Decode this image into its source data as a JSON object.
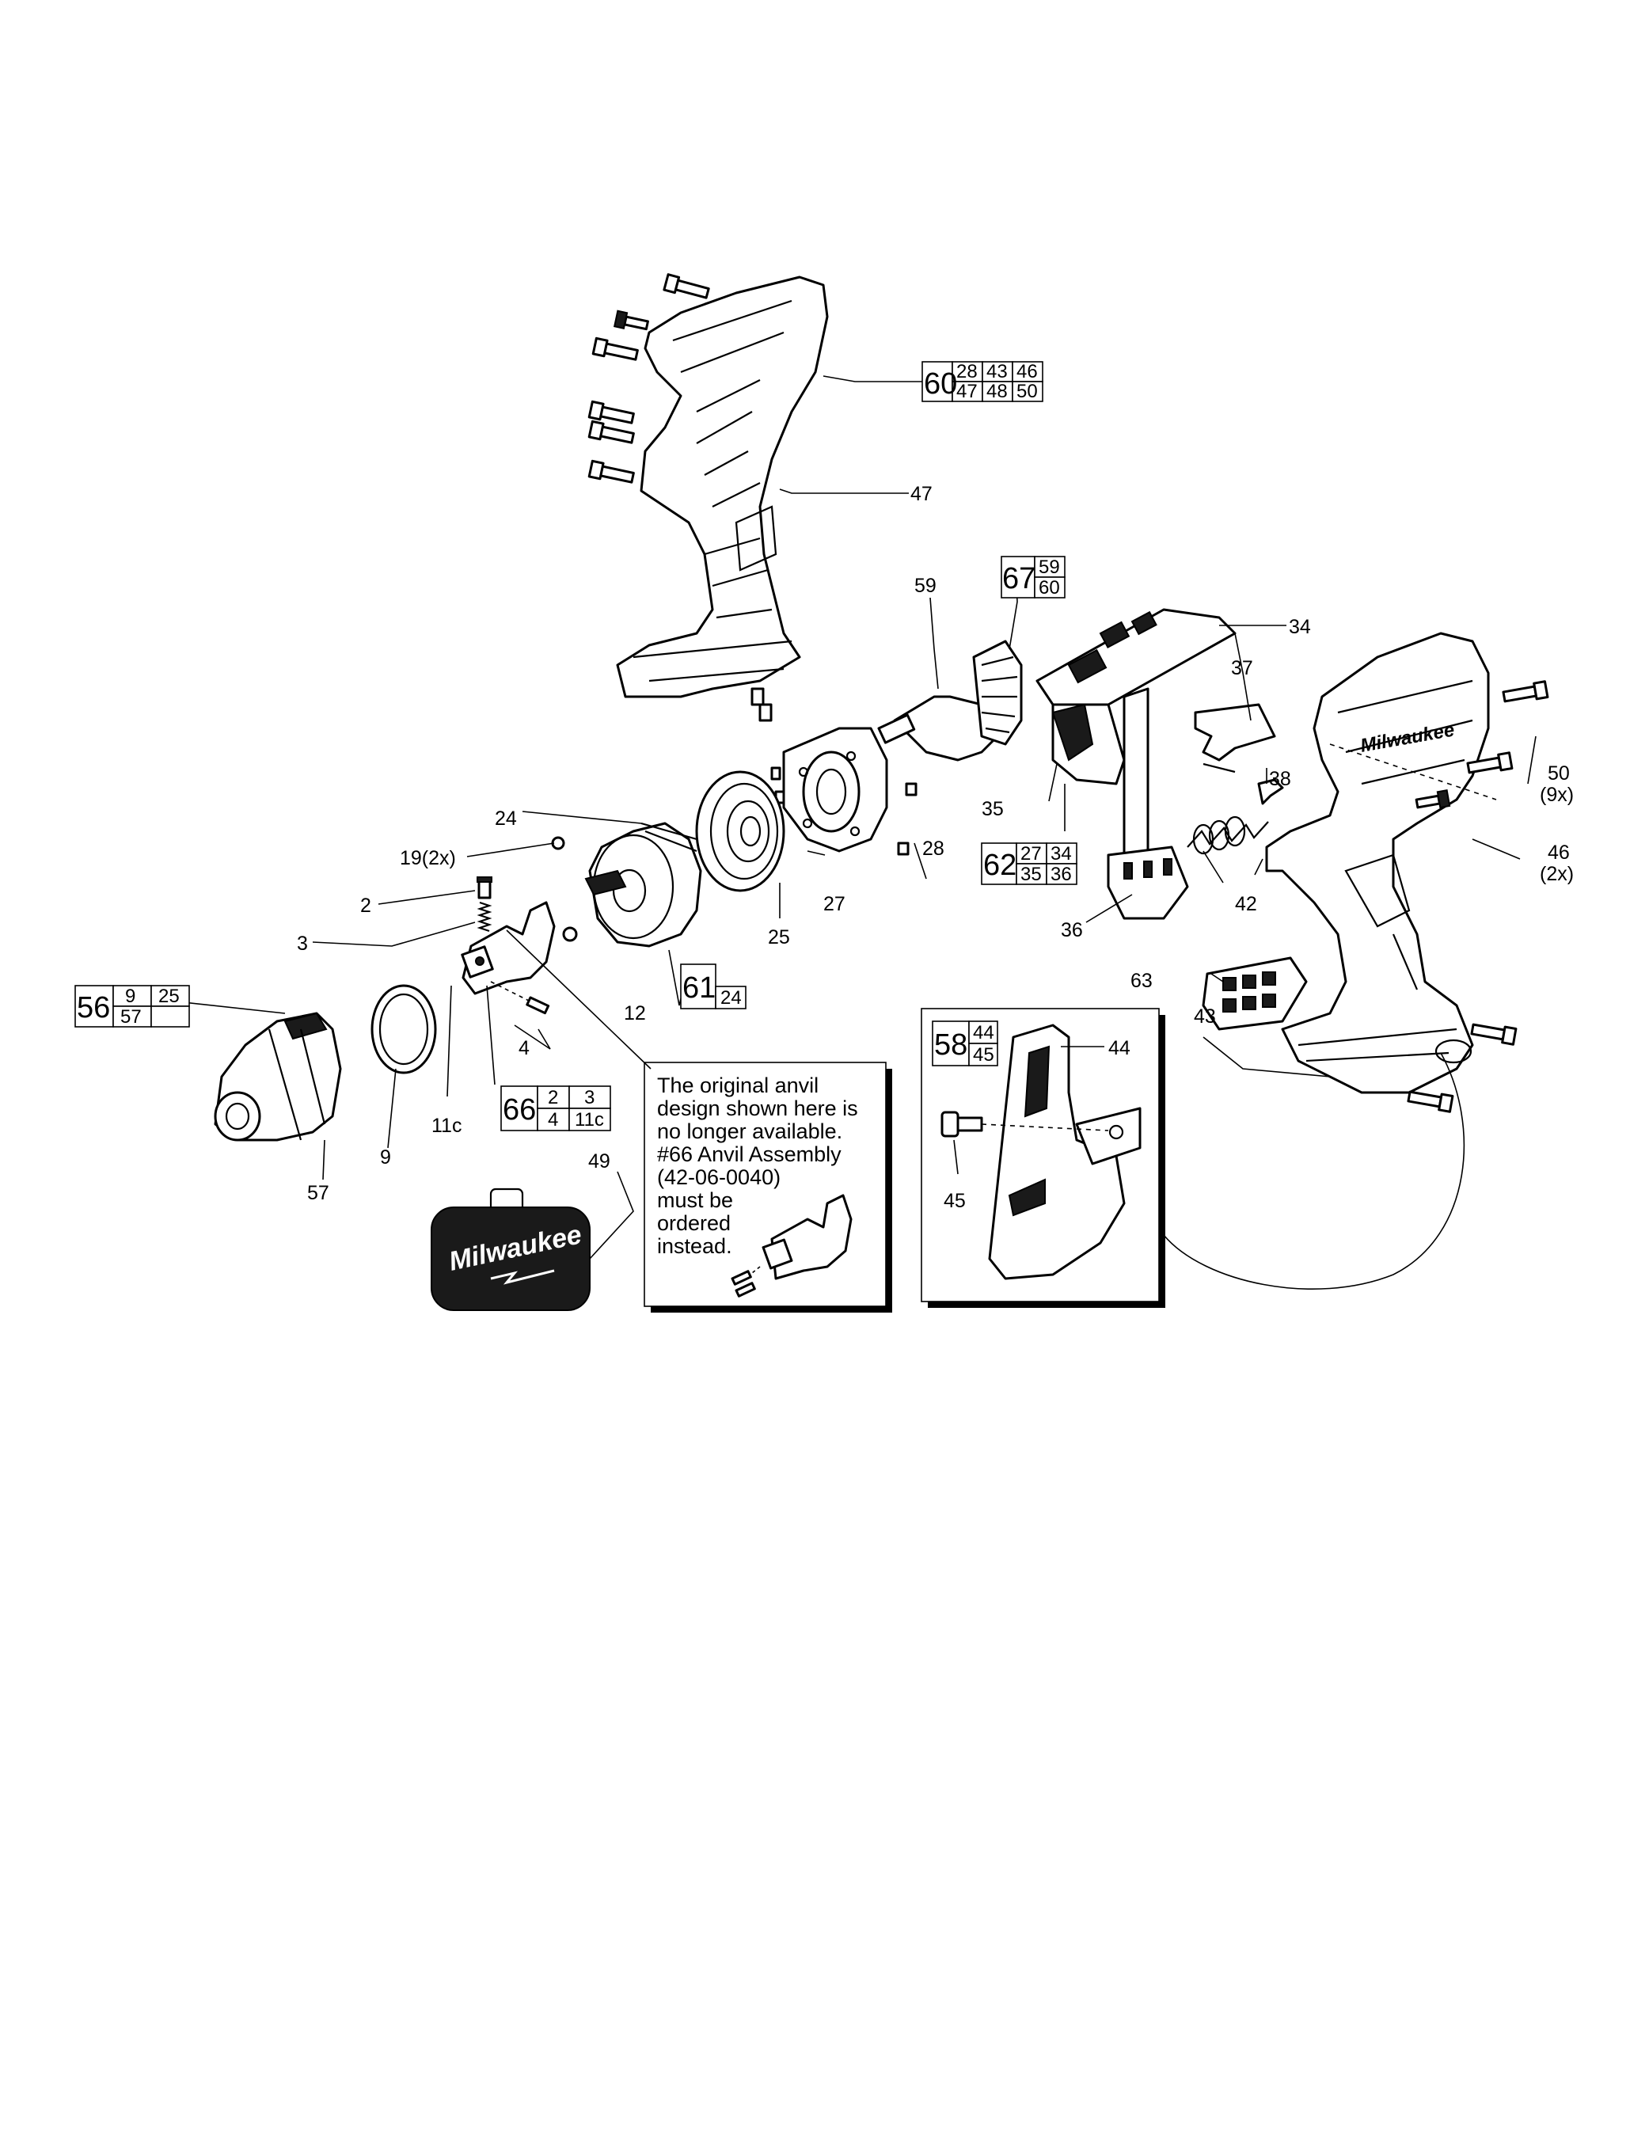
{
  "callouts": {
    "c2": "2",
    "c3": "3",
    "c4": "4",
    "c9": "9",
    "c11c": "11c",
    "c12": "12",
    "c19": "19(2x)",
    "c24": "24",
    "c25": "25",
    "c27": "27",
    "c28": "28",
    "c34": "34",
    "c35": "35",
    "c36": "36",
    "c37": "37",
    "c38": "38",
    "c42": "42",
    "c43": "43",
    "c44": "44",
    "c45": "45",
    "c46a": "46",
    "c46b": "(2x)",
    "c47": "47",
    "c49": "49",
    "c50a": "50",
    "c50b": "(9x)",
    "c57": "57",
    "c59": "59",
    "c63": "63"
  },
  "kits": {
    "k60": {
      "main": "60",
      "subs": [
        "28",
        "43",
        "46",
        "47",
        "48",
        "50"
      ]
    },
    "k67": {
      "main": "67",
      "subs": [
        "59",
        "60"
      ]
    },
    "k62": {
      "main": "62",
      "subs": [
        "27",
        "34",
        "35",
        "36"
      ]
    },
    "k61": {
      "main": "61",
      "subs": [
        "24"
      ]
    },
    "k56": {
      "main": "56",
      "subs": [
        "9",
        "25",
        "57"
      ]
    },
    "k66": {
      "main": "66",
      "subs": [
        "2",
        "3",
        "4",
        "11c"
      ]
    },
    "k58": {
      "main": "58",
      "subs": [
        "44",
        "45"
      ]
    }
  },
  "note": {
    "lines": [
      "The original anvil",
      "design shown here is",
      "no longer available.",
      "#66 Anvil Assembly",
      "(42-06-0040)",
      "must be",
      "ordered",
      "instead."
    ]
  },
  "case_logo": "Milwaukee",
  "housing_logo": "Milwaukee"
}
